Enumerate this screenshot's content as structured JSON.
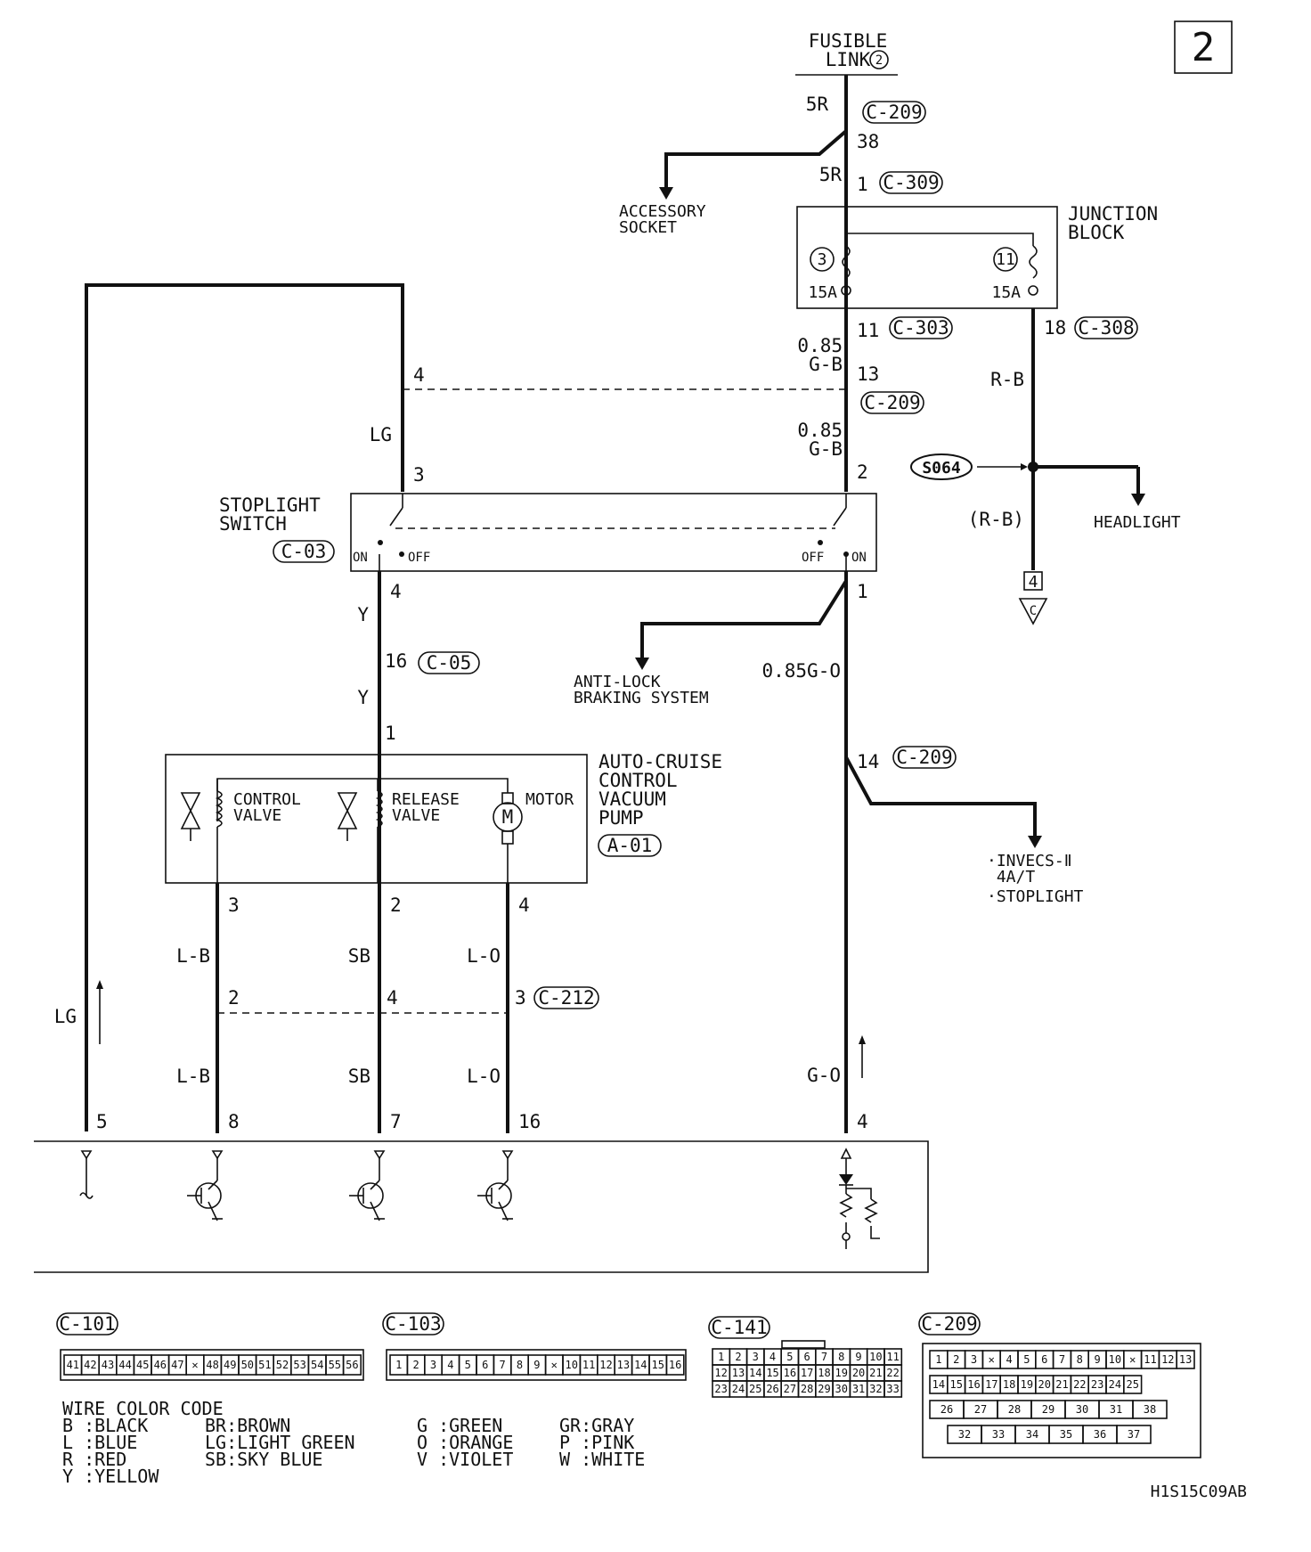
{
  "page_number": "2",
  "diagram_code": "H1S15C09AB",
  "top_labels": {
    "fusible_link": "FUSIBLE\nLINK",
    "fusible_link_num": "2"
  },
  "connectors": {
    "c209_a": "C-209",
    "c309": "C-309",
    "c303": "C-303",
    "c308": "C-308",
    "c209_b": "C-209",
    "c03": "C-03",
    "c05": "C-05",
    "a01": "A-01",
    "c209_c": "C-209",
    "c212": "C-212"
  },
  "components": {
    "junction_block": "JUNCTION\nBLOCK",
    "fuse_3": "3",
    "fuse_11": "11",
    "fuse_3_rating": "15A",
    "fuse_11_rating": "15A",
    "stoplight_switch": "STOPLIGHT\nSWITCH",
    "on_left": "ON",
    "off_left": "OFF",
    "off_right": "OFF",
    "on_right": "ON",
    "pump": "AUTO-CRUISE\nCONTROL\nVACUUM\nPUMP",
    "control_valve": "CONTROL\nVALVE",
    "release_valve": "RELEASE\nVALVE",
    "motor": "MOTOR",
    "motor_symbol": "M",
    "splice": "S064"
  },
  "destinations": {
    "accessory_socket": "ACCESSORY\nSOCKET",
    "anti_lock": "ANTI-LOCK\nBRAKING SYSTEM",
    "headlight": "HEADLIGHT",
    "invecs": "·INVECS-Ⅱ\n 4A/T",
    "stoplight": "·STOPLIGHT",
    "page_ref_num": "4",
    "page_ref_letter": "C"
  },
  "wires": {
    "w_5r_a": "5R",
    "w_5r_b": "5R",
    "w_085gb_a": "0.85\nG-B",
    "w_085gb_b": "0.85\nG-B",
    "w_rb": "R-B",
    "w_rb_paren": "(R-B)",
    "w_lg_top": "LG",
    "w_lg_left": "LG",
    "w_y_a": "Y",
    "w_y_b": "Y",
    "w_085go": "0.85G-O",
    "w_go": "G-O",
    "w_lb_a": "L-B",
    "w_lb_b": "L-B",
    "w_sb_a": "SB",
    "w_sb_b": "SB",
    "w_lo_a": "L-O",
    "w_lo_b": "L-O"
  },
  "pins": {
    "p38": "38",
    "p1_jb": "1",
    "p11": "11",
    "p18": "18",
    "p13": "13",
    "p4_top": "4",
    "p3_sw": "3",
    "p2_sw": "2",
    "p4_sw": "4",
    "p1_sw": "1",
    "p16_c05": "16",
    "p1_pump": "1",
    "p14": "14",
    "p3_pump": "3",
    "p2_pump": "2",
    "p4_pump": "4",
    "p2_c212": "2",
    "p4_c212": "4",
    "p3_c212": "3",
    "p5": "5",
    "p8": "8",
    "p7": "7",
    "p16_ecu": "16",
    "p4_ecu": "4"
  },
  "connector_faces": {
    "c101": {
      "label": "C-101",
      "cells": [
        "41",
        "42",
        "43",
        "44",
        "45",
        "46",
        "47",
        "",
        "48",
        "49",
        "50",
        "51",
        "52",
        "53",
        "54",
        "55",
        "56"
      ]
    },
    "c103": {
      "label": "C-103",
      "cells": [
        "1",
        "2",
        "3",
        "4",
        "5",
        "6",
        "7",
        "8",
        "9",
        "",
        "10",
        "11",
        "12",
        "13",
        "14",
        "15",
        "16"
      ]
    },
    "c141": {
      "label": "C-141",
      "rows": [
        [
          "1",
          "2",
          "3",
          "4",
          "5",
          "6",
          "7",
          "8",
          "9",
          "10",
          "11"
        ],
        [
          "12",
          "13",
          "14",
          "15",
          "16",
          "17",
          "18",
          "19",
          "20",
          "21",
          "22"
        ],
        [
          "23",
          "24",
          "25",
          "26",
          "27",
          "28",
          "29",
          "30",
          "31",
          "32",
          "33"
        ]
      ]
    },
    "c209": {
      "label": "C-209",
      "rows": [
        [
          "1",
          "2",
          "3",
          "",
          "4",
          "5",
          "6",
          "7",
          "8",
          "9",
          "10",
          "",
          "11",
          "12",
          "13"
        ],
        [
          "14",
          "15",
          "16",
          "17",
          "18",
          "19",
          "20",
          "21",
          "22",
          "23",
          "24",
          "25"
        ],
        [
          "26",
          "27",
          "28",
          "29",
          "30",
          "31",
          "38"
        ],
        [
          "32",
          "33",
          "34",
          "35",
          "36",
          "37"
        ]
      ]
    }
  },
  "legend": {
    "title": "WIRE COLOR CODE",
    "col1": [
      "B :BLACK",
      "L :BLUE",
      "R :RED",
      "Y :YELLOW"
    ],
    "col2": [
      "BR:BROWN",
      "LG:LIGHT GREEN",
      "SB:SKY BLUE"
    ],
    "col3": [
      "G :GREEN",
      "O :ORANGE",
      "V :VIOLET"
    ],
    "col4": [
      "GR:GRAY",
      "P :PINK",
      "W :WHITE"
    ]
  }
}
